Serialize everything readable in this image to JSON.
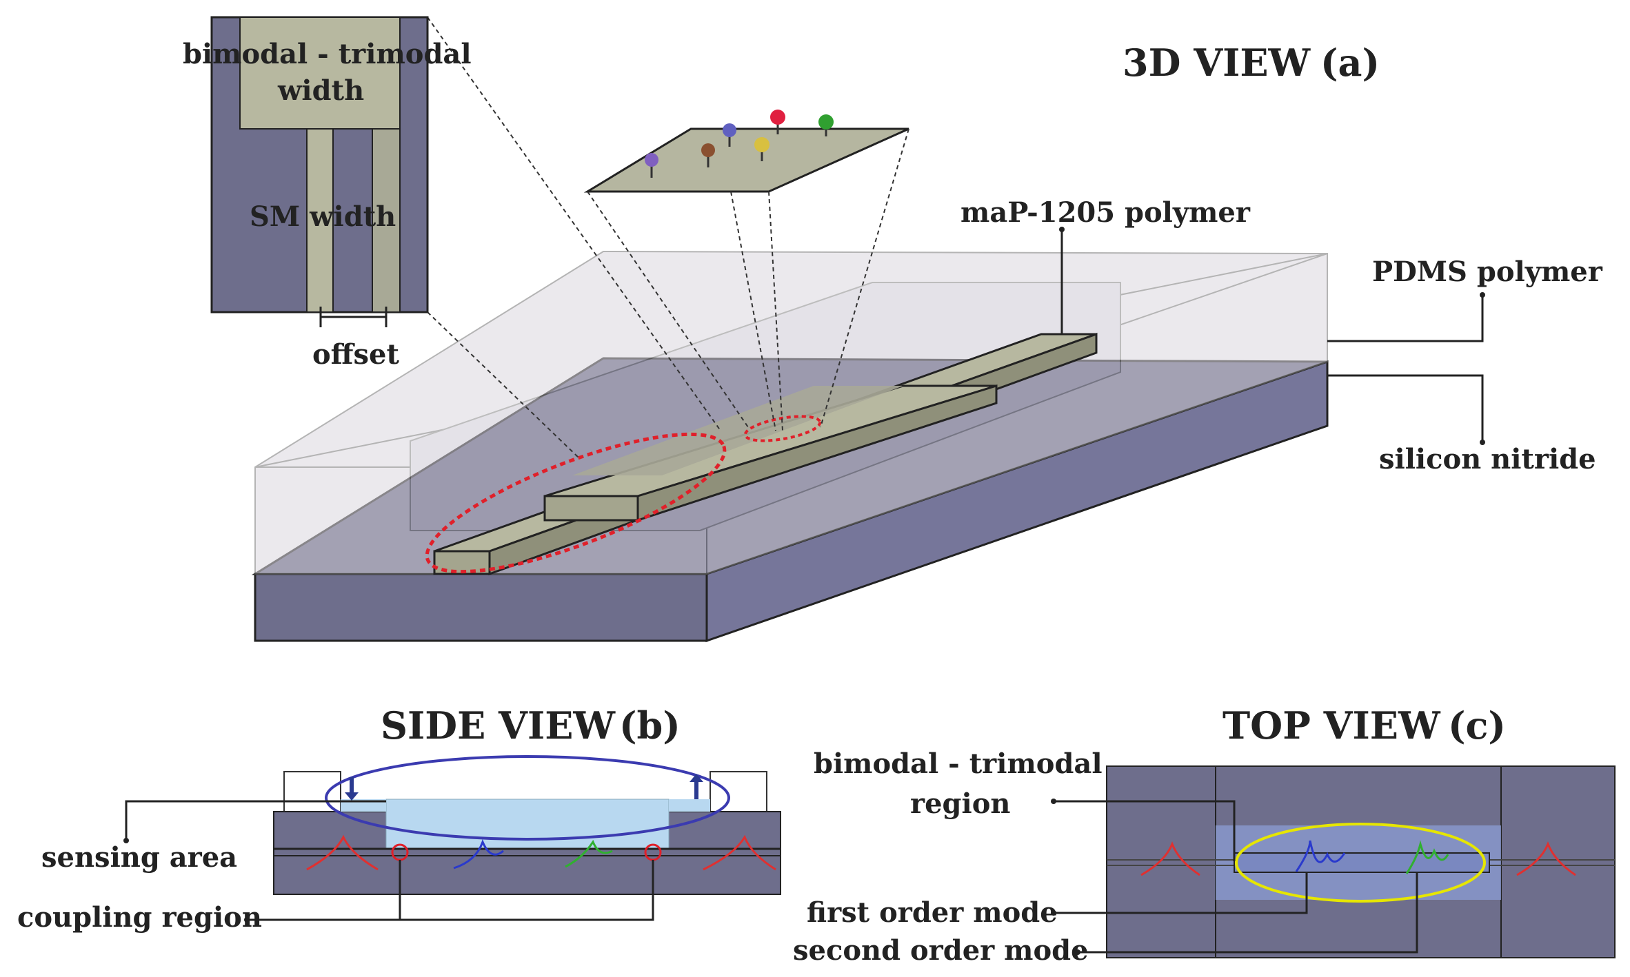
{
  "views": {
    "view_3d": {
      "title": "3D VIEW",
      "tag": "(a)"
    },
    "view_side": {
      "title": "SIDE VIEW",
      "tag": "(b)"
    },
    "view_top": {
      "title": "TOP VIEW",
      "tag": "(c)"
    }
  },
  "inset": {
    "label_top_line1": "bimodal - trimodal",
    "label_top_line2": "width",
    "label_sm": "SM width",
    "label_offset": "offset"
  },
  "labels_3d": {
    "map_polymer": "maP-1205 polymer",
    "pdms_polymer": "PDMS polymer",
    "silicon_nitride": "silicon nitride"
  },
  "labels_side": {
    "sensing_area": "sensing area",
    "coupling_region": "coupling region"
  },
  "labels_top": {
    "region_line1": "bimodal - trimodal",
    "region_line2": "region",
    "first_order_mode": "first order mode",
    "second_order_mode": "second order mode"
  },
  "colors": {
    "substrate": "#6e6e8c",
    "polymer": "#b7b8a0",
    "pdms": "#d9d6dc",
    "sensing_fluid": "#b8d8f0",
    "ring_red": "#e0202a",
    "ring_blue": "#3b3bb0",
    "ring_yellow": "#e6e600",
    "mode_red": "#e03030",
    "mode_blue": "#2a3acc",
    "mode_green": "#30b030"
  }
}
